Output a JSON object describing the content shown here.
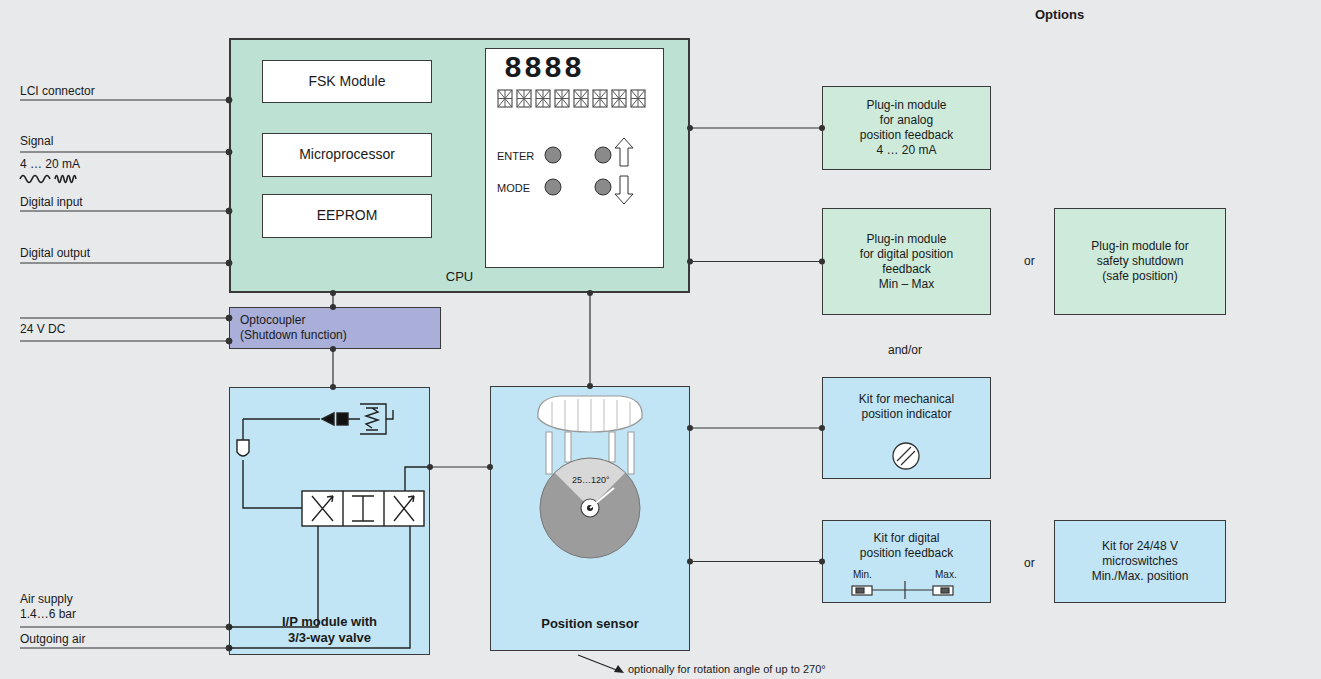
{
  "diagram": {
    "title": "Options",
    "nodes": [
      {
        "text": [
          "CPU"
        ]
      },
      {
        "text": [
          "FSK Module"
        ],
        "in": 0
      },
      {
        "text": [
          "Microprocessor"
        ],
        "in": 0
      },
      {
        "text": [
          "EEPROM"
        ],
        "in": 0
      },
      {
        "text": [
          "8888",
          "ENTER",
          "MODE"
        ],
        "in": 0
      },
      {
        "text": [
          "Optocoupler (Shutdown function)"
        ]
      },
      {
        "text": [
          "I/P module with 3/3-way valve"
        ]
      },
      {
        "text": [
          "Position sensor"
        ]
      },
      {
        "text": [
          "Plug-in module for analog position feedback 4 … 20 mA"
        ]
      },
      {
        "text": [
          "Plug-in module for digital position feedback Min – Max"
        ]
      },
      {
        "text": [
          "Plug-in module for safety shutdown (safe position)"
        ]
      },
      {
        "text": [
          "Kit for mechanical position indicator"
        ]
      },
      {
        "text": [
          "Kit for digital position feedback",
          "Min.",
          "Max."
        ]
      },
      {
        "text": [
          "Kit for 24/48 V microswitches Min./Max. position"
        ]
      }
    ],
    "edges": [
      {
        "from": 0,
        "to": 8,
        "arrow": "none"
      },
      {
        "from": 0,
        "to": 9,
        "arrow": "none"
      },
      {
        "from": 0,
        "to": 5,
        "arrow": "none"
      },
      {
        "from": 5,
        "to": 6,
        "arrow": "none"
      },
      {
        "from": 0,
        "to": 7,
        "arrow": "none"
      },
      {
        "from": 6,
        "to": 7,
        "arrow": "none"
      },
      {
        "from": 7,
        "to": 11,
        "arrow": "none"
      },
      {
        "from": 7,
        "to": 12,
        "arrow": "none"
      }
    ],
    "labels": [
      "LCI connector",
      "Signal",
      "4 … 20 mA",
      "Digital input",
      "Digital output",
      "24 V DC",
      "Air supply",
      "1.4…6 bar",
      "Outgoing air",
      "or",
      "and/or",
      "or",
      "25…120°",
      "optionally for rotation angle of up to 270°"
    ]
  }
}
